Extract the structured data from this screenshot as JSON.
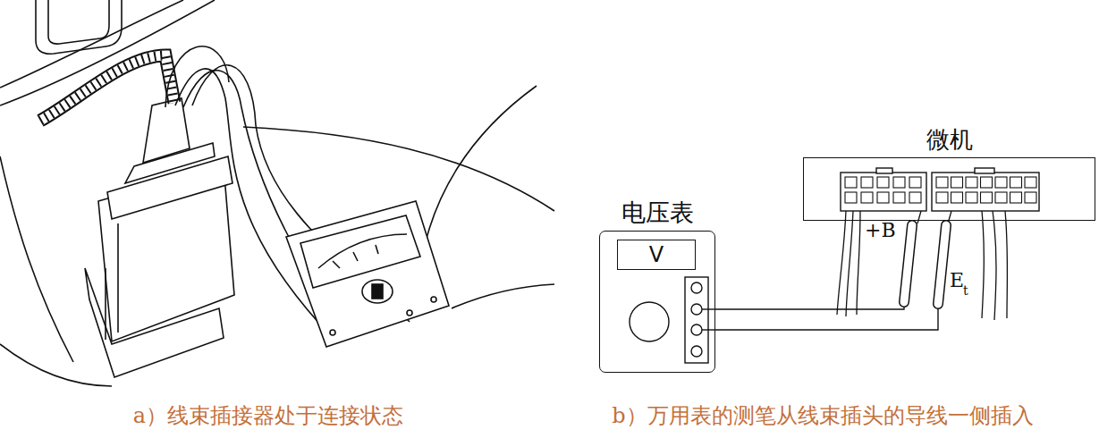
{
  "diagram": {
    "nodes": [
      {
        "text": [
          "微机"
        ]
      },
      {
        "text": [
          "电压表"
        ]
      },
      {
        "text": [
          "V"
        ],
        "in": 1
      }
    ],
    "edges": [
      {
        "from": 1,
        "to": 0,
        "arrow": "none"
      },
      {
        "from": 1,
        "to": 0,
        "arrow": "none"
      }
    ],
    "labels": [
      "+B",
      "E",
      "t",
      "a）线束插接器处于连接状态",
      "b）万用表的测笔从线束插头的导线一侧插入"
    ]
  }
}
